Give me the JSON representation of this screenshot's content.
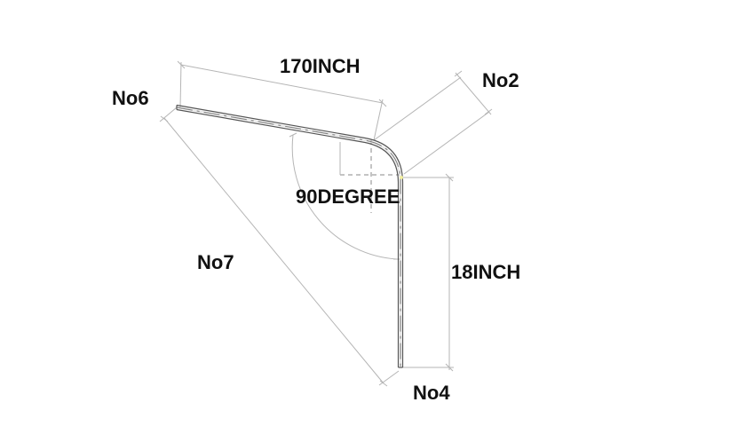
{
  "labels": {
    "top_length": "170INCH",
    "point_no2": "No2",
    "point_no6": "No6",
    "angle": "90DEGREE",
    "point_no7": "No7",
    "side_length": "18INCH",
    "point_no4": "No4"
  },
  "colors": {
    "background": "#ffffff",
    "text": "#111111",
    "dimension_line": "#b5b5b5",
    "pipe_outline": "#555555",
    "centerline": "#7a7a7a"
  }
}
